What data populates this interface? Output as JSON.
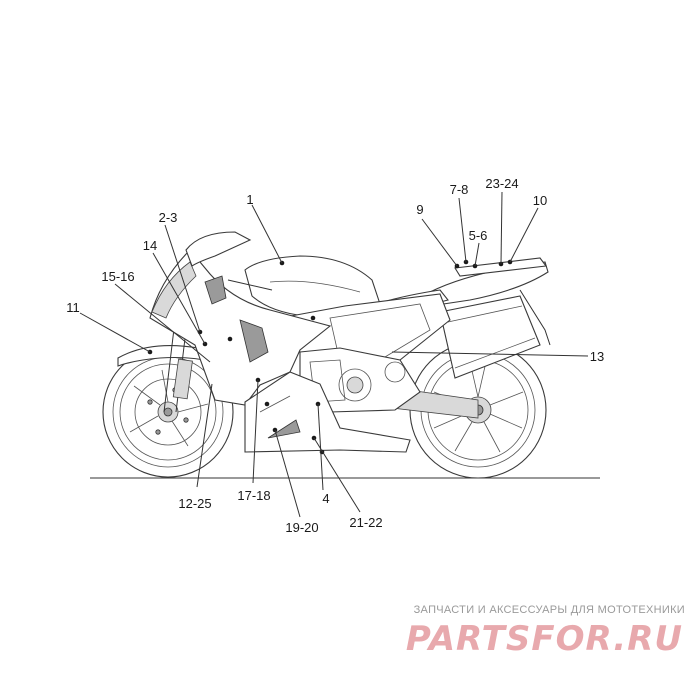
{
  "callouts": {
    "c1": "1",
    "c2_3": "2-3",
    "c14": "14",
    "c15_16": "15-16",
    "c11": "11",
    "c9": "9",
    "c7_8": "7-8",
    "c23_24": "23-24",
    "c10": "10",
    "c5_6": "5-6",
    "c13": "13",
    "c12_25": "12-25",
    "c17_18": "17-18",
    "c19_20": "19-20",
    "c4": "4",
    "c21_22": "21-22"
  },
  "watermark": {
    "tagline": "ЗАПЧАСТИ И АКСЕССУАРЫ ДЛЯ МОТОТЕХНИКИ",
    "logo_text": "PARTSFOR.RU",
    "color": "#e8a9ad"
  }
}
